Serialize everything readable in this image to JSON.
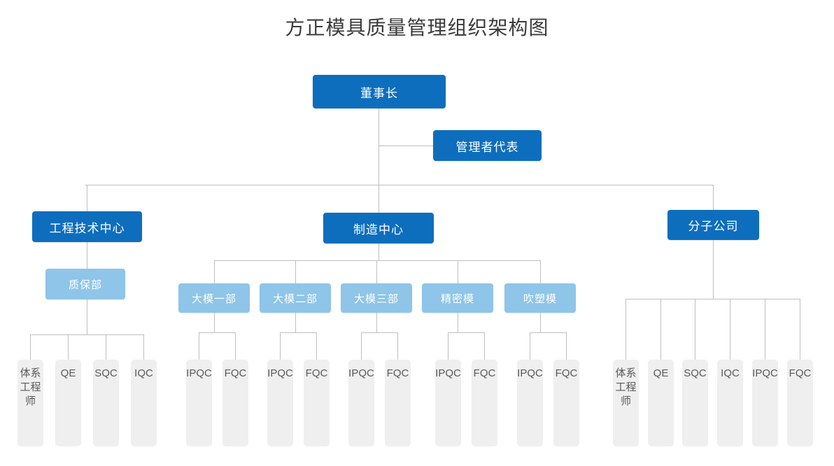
{
  "title": "方正模具质量管理组织架构图",
  "colors": {
    "primary": "#0d6ebd",
    "secondary": "#8ec5e8",
    "leaf": "#efefef",
    "line": "#bfbfbf",
    "title_text": "#3b3b3b",
    "leaf_text": "#595959",
    "background": "#ffffff"
  },
  "chart_data": {
    "type": "diagram",
    "diagram_type": "organizational-chart",
    "orientation": "top-down",
    "levels": 4,
    "nodes": [
      {
        "id": "chairman",
        "label": "董事长",
        "level": 1,
        "style": "primary",
        "parent": null
      },
      {
        "id": "mgmt-rep",
        "label": "管理者代表",
        "level": 1,
        "style": "primary",
        "parent": "chairman"
      },
      {
        "id": "eng-center",
        "label": "工程技术中心",
        "level": 2,
        "style": "primary",
        "parent": "chairman"
      },
      {
        "id": "mfg-center",
        "label": "制造中心",
        "level": 2,
        "style": "primary",
        "parent": "chairman"
      },
      {
        "id": "subsidiary",
        "label": "分子公司",
        "level": 2,
        "style": "primary",
        "parent": "chairman"
      },
      {
        "id": "qa-dept",
        "label": "质保部",
        "level": 3,
        "style": "secondary",
        "parent": "eng-center"
      },
      {
        "id": "mold-1",
        "label": "大模一部",
        "level": 3,
        "style": "secondary",
        "parent": "mfg-center"
      },
      {
        "id": "mold-2",
        "label": "大模二部",
        "level": 3,
        "style": "secondary",
        "parent": "mfg-center"
      },
      {
        "id": "mold-3",
        "label": "大模三部",
        "level": 3,
        "style": "secondary",
        "parent": "mfg-center"
      },
      {
        "id": "precision",
        "label": "精密模",
        "level": 3,
        "style": "secondary",
        "parent": "mfg-center"
      },
      {
        "id": "blow",
        "label": "吹塑模",
        "level": 3,
        "style": "secondary",
        "parent": "mfg-center"
      },
      {
        "id": "qa-sys-eng",
        "label": "体系工程师",
        "level": 4,
        "style": "leaf",
        "parent": "qa-dept"
      },
      {
        "id": "qa-qe",
        "label": "QE",
        "level": 4,
        "style": "leaf",
        "parent": "qa-dept"
      },
      {
        "id": "qa-sqc",
        "label": "SQC",
        "level": 4,
        "style": "leaf",
        "parent": "qa-dept"
      },
      {
        "id": "qa-iqc",
        "label": "IQC",
        "level": 4,
        "style": "leaf",
        "parent": "qa-dept"
      },
      {
        "id": "m1-ipqc",
        "label": "IPQC",
        "level": 4,
        "style": "leaf",
        "parent": "mold-1"
      },
      {
        "id": "m1-fqc",
        "label": "FQC",
        "level": 4,
        "style": "leaf",
        "parent": "mold-1"
      },
      {
        "id": "m2-ipqc",
        "label": "IPQC",
        "level": 4,
        "style": "leaf",
        "parent": "mold-2"
      },
      {
        "id": "m2-fqc",
        "label": "FQC",
        "level": 4,
        "style": "leaf",
        "parent": "mold-2"
      },
      {
        "id": "m3-ipqc",
        "label": "IPQC",
        "level": 4,
        "style": "leaf",
        "parent": "mold-3"
      },
      {
        "id": "m3-fqc",
        "label": "FQC",
        "level": 4,
        "style": "leaf",
        "parent": "mold-3"
      },
      {
        "id": "pm-ipqc",
        "label": "IPQC",
        "level": 4,
        "style": "leaf",
        "parent": "precision"
      },
      {
        "id": "pm-fqc",
        "label": "FQC",
        "level": 4,
        "style": "leaf",
        "parent": "precision"
      },
      {
        "id": "bm-ipqc",
        "label": "IPQC",
        "level": 4,
        "style": "leaf",
        "parent": "blow"
      },
      {
        "id": "bm-fqc",
        "label": "FQC",
        "level": 4,
        "style": "leaf",
        "parent": "blow"
      },
      {
        "id": "sub-sys-eng",
        "label": "体系工程师",
        "level": 4,
        "style": "leaf",
        "parent": "subsidiary"
      },
      {
        "id": "sub-qe",
        "label": "QE",
        "level": 4,
        "style": "leaf",
        "parent": "subsidiary"
      },
      {
        "id": "sub-sqc",
        "label": "SQC",
        "level": 4,
        "style": "leaf",
        "parent": "subsidiary"
      },
      {
        "id": "sub-iqc",
        "label": "IQC",
        "level": 4,
        "style": "leaf",
        "parent": "subsidiary"
      },
      {
        "id": "sub-ipqc",
        "label": "IPQC",
        "level": 4,
        "style": "leaf",
        "parent": "subsidiary"
      },
      {
        "id": "sub-fqc",
        "label": "FQC",
        "level": 4,
        "style": "leaf",
        "parent": "subsidiary"
      }
    ]
  },
  "nodes": {
    "chairman": "董事长",
    "mgmt_rep": "管理者代表",
    "eng_center": "工程技术中心",
    "mfg_center": "制造中心",
    "subsidiary": "分子公司",
    "qa_dept": "质保部",
    "mold_1": "大模一部",
    "mold_2": "大模二部",
    "mold_3": "大模三部",
    "precision": "精密模",
    "blow": "吹塑模",
    "qa_sys_eng": "体系工程师",
    "qa_qe": "QE",
    "qa_sqc": "SQC",
    "qa_iqc": "IQC",
    "m1_ipqc": "IPQC",
    "m1_fqc": "FQC",
    "m2_ipqc": "IPQC",
    "m2_fqc": "FQC",
    "m3_ipqc": "IPQC",
    "m3_fqc": "FQC",
    "pm_ipqc": "IPQC",
    "pm_fqc": "FQC",
    "bm_ipqc": "IPQC",
    "bm_fqc": "FQC",
    "sub_sys_eng": "体系工程师",
    "sub_qe": "QE",
    "sub_sqc": "SQC",
    "sub_iqc": "IQC",
    "sub_ipqc": "IPQC",
    "sub_fqc": "FQC"
  }
}
